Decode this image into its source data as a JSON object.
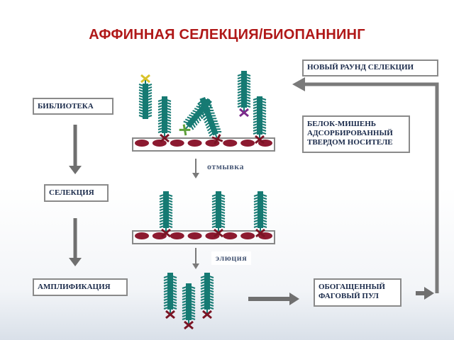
{
  "title": "АФФИННАЯ СЕЛЕКЦИЯ/БИОПАННИНГ",
  "steps": {
    "library": "БИБЛИОТЕКА",
    "selection": "СЕЛЕКЦИЯ",
    "amplification": "АМПЛИФИКАЦИЯ",
    "new_round": "НОВЫЙ РАУНД СЕЛЕКЦИИ",
    "target": "БЕЛОК-МИШЕНЬ АДСОРБИРОВАННЫЙ ТВЕРДОМ НОСИТЕЛЕ",
    "enriched": "ОБОГАЩЕННЫЙ ФАГОВЫЙ ПУЛ"
  },
  "labels": {
    "wash": "отмывка",
    "elution": "элюция"
  },
  "colors": {
    "title": "#b01818",
    "phage": "#167a73",
    "target_protein": "#8c1a30",
    "arrow": "#6f6f6f",
    "binder_matched": "#7a1424",
    "binder_yellow": "#d9c32a",
    "binder_green": "#5ea03a",
    "binder_purple": "#7a2a8a"
  }
}
